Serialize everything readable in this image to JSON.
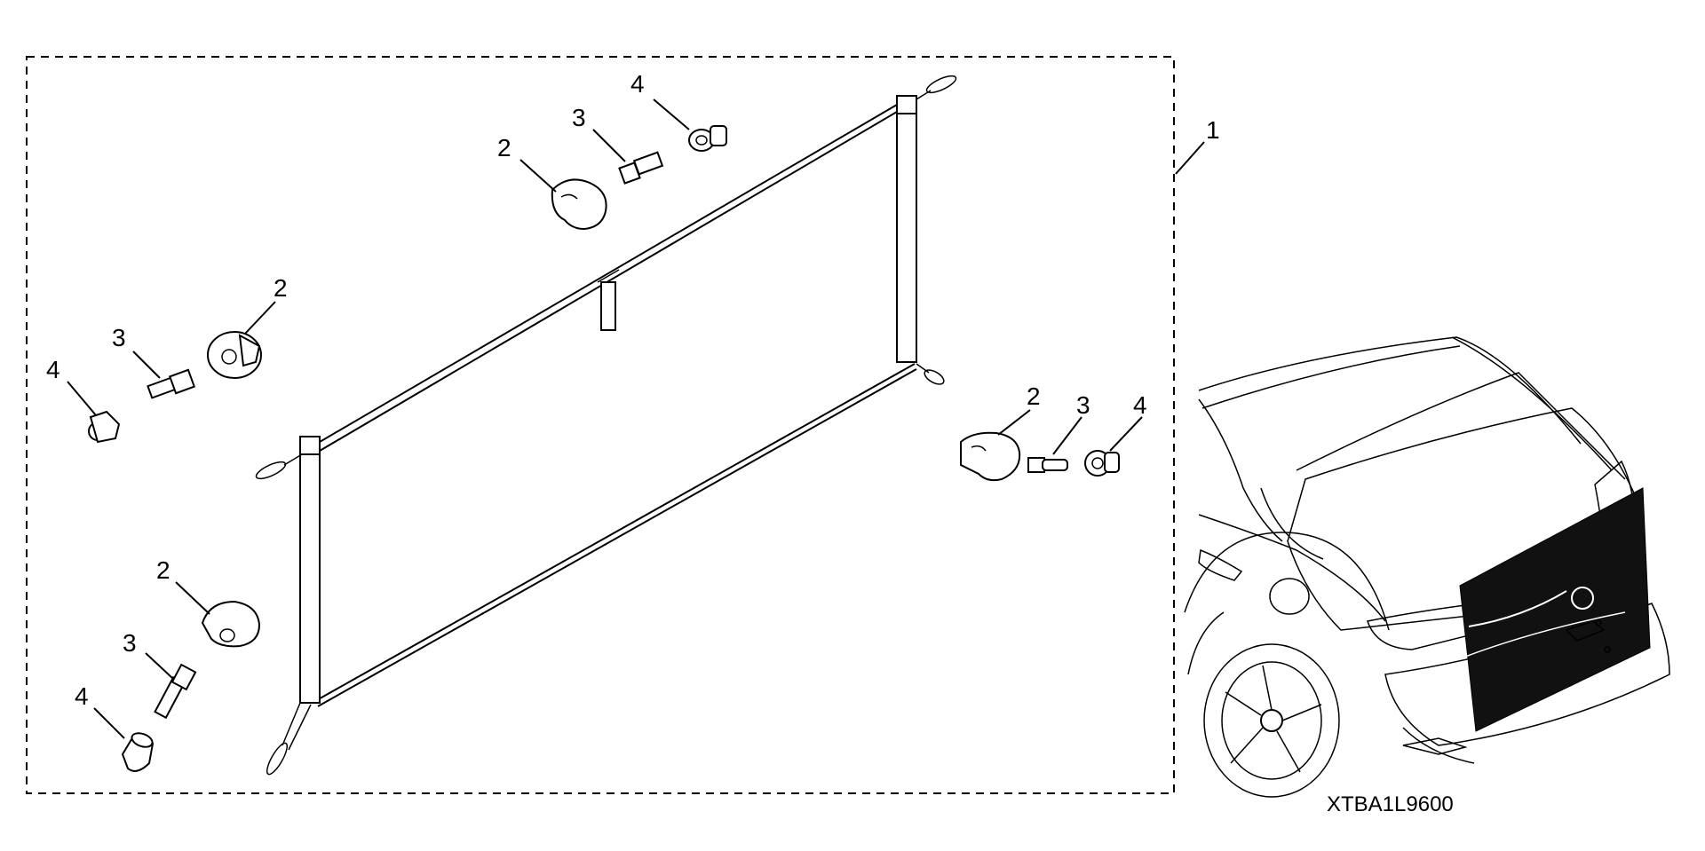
{
  "callouts": {
    "kit": "1",
    "top_2": "2",
    "top_3": "3",
    "top_4": "4",
    "left_2": "2",
    "left_3": "3",
    "left_4": "4",
    "right_2": "2",
    "right_3": "3",
    "right_4": "4",
    "bottom_2": "2",
    "bottom_3": "3",
    "bottom_4": "4"
  },
  "diagram_code": "XTBA1L9600"
}
